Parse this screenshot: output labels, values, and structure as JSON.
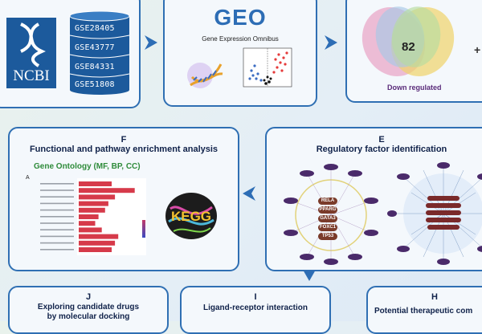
{
  "ncbi": {
    "logo_text": "NCBI",
    "gse_ids": [
      "GSE28405",
      "GSE43777",
      "GSE84331",
      "GSE51808"
    ]
  },
  "geo": {
    "logo_text": "GEO",
    "subtitle": "Gene Expression Omnibus"
  },
  "venn": {
    "center_value": "82",
    "caption": "Down regulated"
  },
  "panel_f": {
    "letter": "F",
    "title": "Functional and pathway enrichment analysis",
    "ontology_title": "Gene Ontology (MF, BP, CC)",
    "sub_letter": "A",
    "bar_values": [
      0.5,
      0.85,
      0.55,
      0.45,
      0.4,
      0.3,
      0.25,
      0.35,
      0.6,
      0.55,
      0.5
    ],
    "kegg_text": "KEGG"
  },
  "panel_e": {
    "letter": "E",
    "title": "Regulatory factor identification",
    "tf_labels": [
      "RELA",
      "PPARG",
      "GATA3",
      "FOXC1",
      "TP53"
    ]
  },
  "panel_j": {
    "letter": "J",
    "title_line1": "Exploring candidate drugs",
    "title_line2": "by molecular docking"
  },
  "panel_i": {
    "letter": "I",
    "title": "Ligand-receptor interaction"
  },
  "panel_h": {
    "letter": "H",
    "title": "Potential therapeutic com"
  },
  "colors": {
    "border": "#2f6fb3",
    "ncbi_blue": "#1c5a9c",
    "bar_red": "#d63a4a",
    "title_text": "#10224a"
  }
}
